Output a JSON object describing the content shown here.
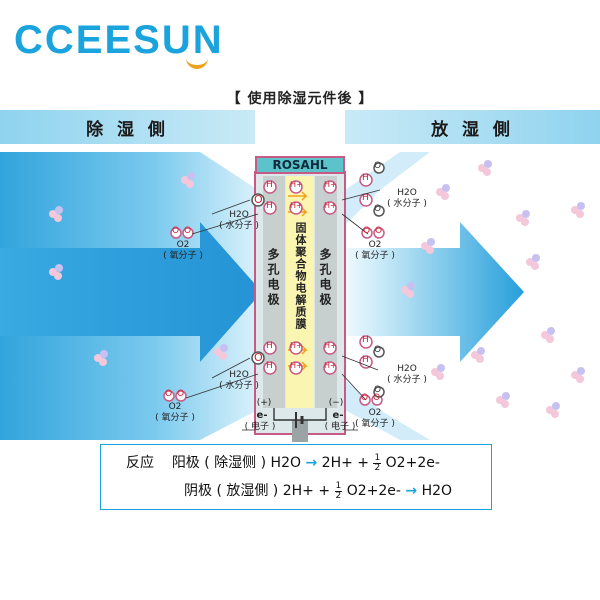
{
  "logo": {
    "text": "CCEESUN",
    "accent_color": "#f0a11c",
    "brand_color": "#1aa3dd"
  },
  "title": "【 使用除湿元件後 】",
  "left_band": "除 湿 側",
  "right_band": "放 湿 側",
  "component": {
    "name": "ROSAHL",
    "left_electrode": "多孔电极",
    "membrane": "固体聚合物电解质膜",
    "right_electrode": "多孔电极"
  },
  "labels": {
    "water": "H2O",
    "water_sub": "( 水分子 )",
    "oxygen": "O2",
    "oxygen_sub": "( 氧分子 )",
    "electron": "e-",
    "electron_sub": "( 电子 )",
    "plus": "(+)",
    "minus": "(−)",
    "o": "O",
    "h": "H",
    "hplus": "H+"
  },
  "equations": {
    "prefix": "反应",
    "anode_label": "阳极 ( 除湿侧 )",
    "anode_lhs": "H2O",
    "anode_rhs_a": "2H+ +",
    "anode_rhs_b": "O2+2e-",
    "cathode_label": "阴极 ( 放湿側 )",
    "cathode_lhs_a": "2H+ +",
    "cathode_lhs_b": "O2+2e-",
    "cathode_rhs": "H2O",
    "frac_num": "1",
    "frac_den": "2"
  }
}
